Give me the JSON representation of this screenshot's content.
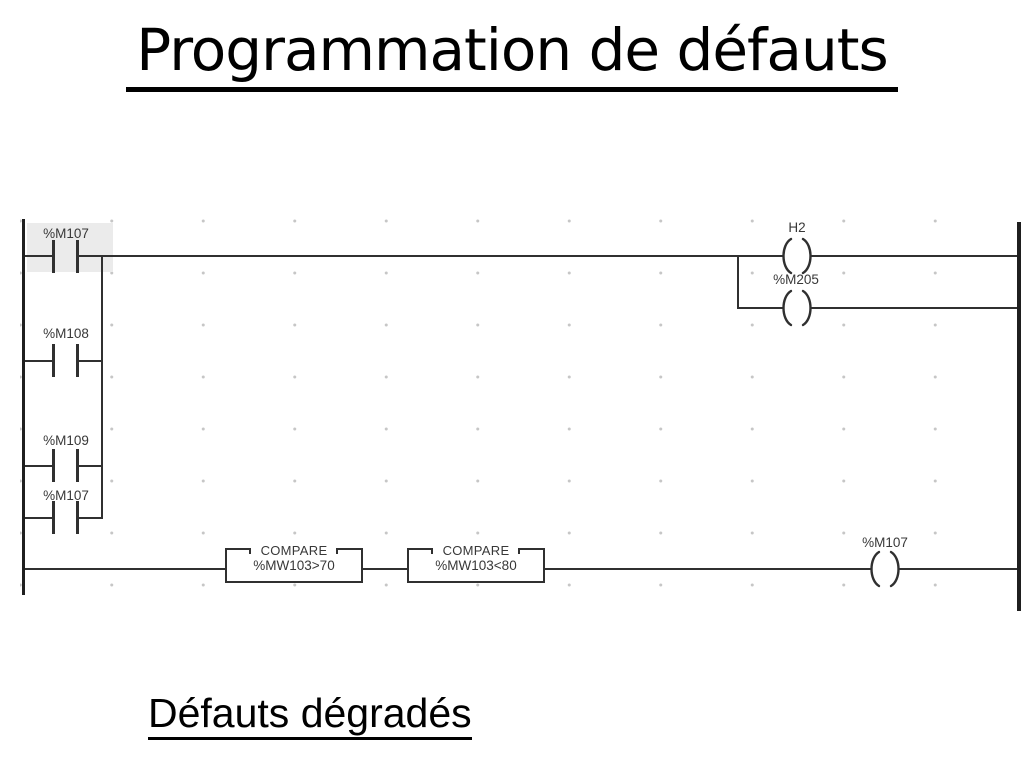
{
  "slide": {
    "title": "Programmation de défauts",
    "caption": "Défauts dégradés"
  },
  "ladder": {
    "contacts": [
      {
        "label": "%M107",
        "highlighted": true
      },
      {
        "label": "%M108",
        "highlighted": false
      },
      {
        "label": "%M109",
        "highlighted": false
      },
      {
        "label": "%M107",
        "highlighted": false
      }
    ],
    "branch_coils": [
      {
        "label": "H2"
      },
      {
        "label": "%M205"
      }
    ],
    "compare_blocks": [
      {
        "title": "COMPARE",
        "expression": "%MW103>70"
      },
      {
        "title": "COMPARE",
        "expression": "%MW103<80"
      }
    ],
    "output_coil": {
      "label": "%M107"
    }
  },
  "colors": {
    "wire": "#303030",
    "contact_highlight": "#ebebeb",
    "grid_dot": "#c6c6c6",
    "text": "#000000"
  }
}
